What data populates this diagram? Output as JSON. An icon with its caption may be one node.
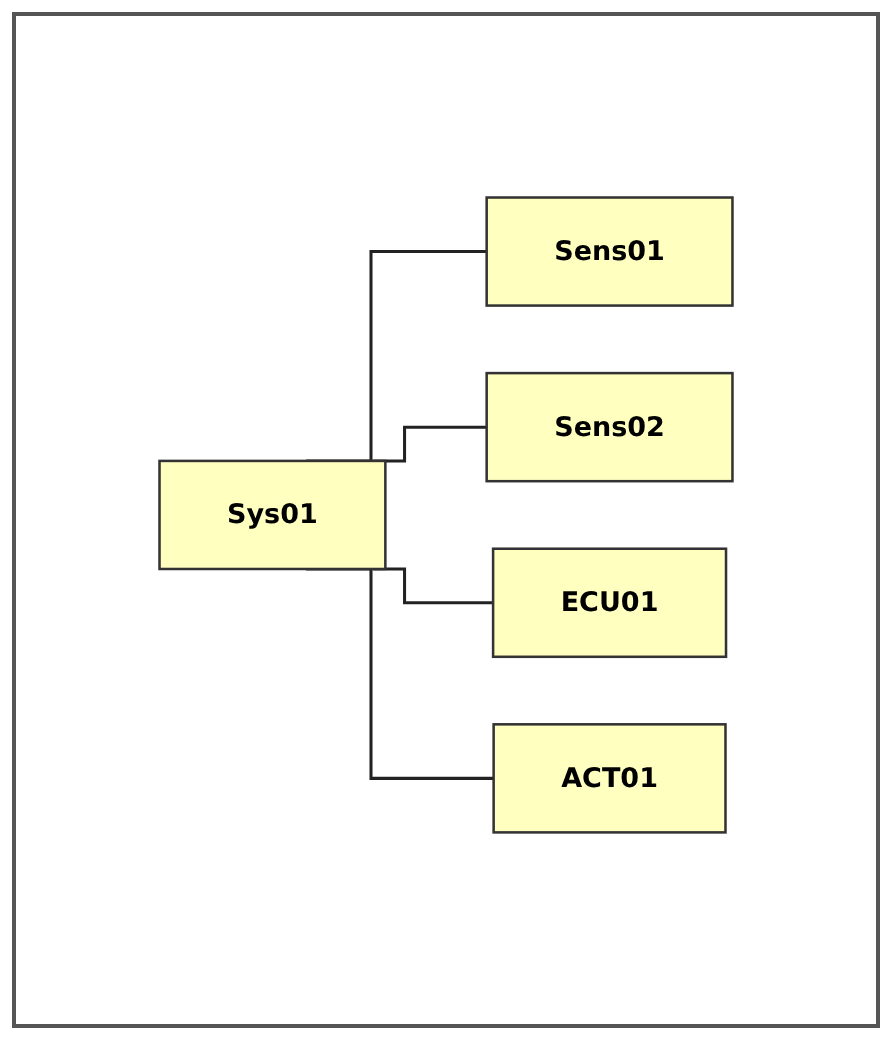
{
  "diagram": {
    "nodes": [
      {
        "text": [
          "Sys01"
        ]
      },
      {
        "text": [
          "Sens01"
        ]
      },
      {
        "text": [
          "Sens02"
        ]
      },
      {
        "text": [
          "ECU01"
        ]
      },
      {
        "text": [
          "ACT01"
        ]
      }
    ],
    "edges": [
      {
        "from": 0,
        "to": 1,
        "arrow": "none"
      },
      {
        "from": 0,
        "to": 2,
        "arrow": "none"
      },
      {
        "from": 0,
        "to": 3,
        "arrow": "none"
      },
      {
        "from": 0,
        "to": 4,
        "arrow": "none"
      }
    ]
  }
}
